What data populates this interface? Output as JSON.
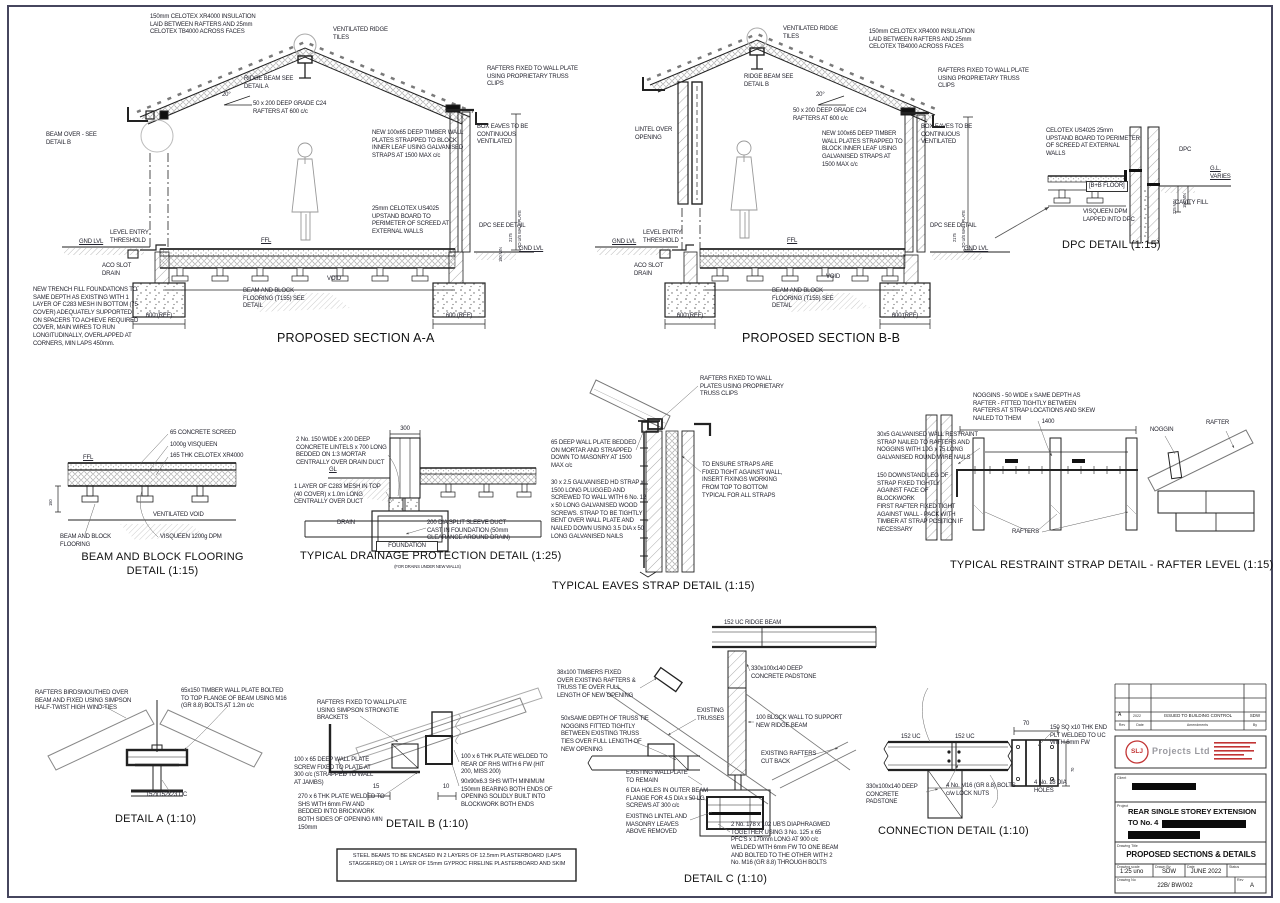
{
  "colors": {
    "accent_red": "#c23434",
    "line": "#2a2a33",
    "redaction": "#0a0a0a"
  },
  "aa": {
    "title": "PROPOSED SECTION A-A",
    "insulation": "150mm CELOTEX XR4000 INSULATION LAID BETWEEN RAFTERS AND 25mm CELOTEX TB4000 ACROSS FACES",
    "ridge_tiles": "VENTILATED RIDGE TILES",
    "ridge_beam": "RIDGE BEAM SEE DETAIL A",
    "angle": "20°",
    "rafters": "50 x 200 DEEP GRADE C24 RAFTERS AT 600 c/c",
    "truss_clips": "RAFTERS FIXED TO WALL PLATE USING PROPRIETARY TRUSS CLIPS",
    "beam_over": "BEAM OVER - SEE DETAIL B",
    "wall_plates": "NEW 100x65 DEEP TIMBER WALL PLATES STRAPPED TO BLOCK INNER LEAF USING GALVANISED STRAPS AT 1500 MAX c/c",
    "box_eaves": "BOX EAVES TO BE CONTINUOUS VENTILATED",
    "dim_height": "2175",
    "dim_height_note": "TO U/S WALL PLATE",
    "upstand": "25mm CELOTEX US4025 UPSTAND BOARD TO PERIMETER OF SCREED AT EXTERNAL WALLS",
    "dpc": "DPC SEE DETAIL",
    "level_entry": "LEVEL ENTRY THRESHOLD",
    "gnd_lvl": "GND LVL",
    "ffl": "FFL",
    "aco": "ACO SLOT DRAIN",
    "void_lbl": "VOID",
    "flooring": "BEAM AND BLOCK FLOORING (T155) SEE DETAIL",
    "foundations": "NEW TRENCH FILL FOUNDATIONS TO SAME DEPTH AS EXISTING WITH 1 LAYER OF C283 MESH IN BOTTOM (75 COVER) ADEQUATELY SUPPORTED ON SPACERS TO ACHIEVE REQUIRED COVER, MAIN WIRES TO RUN LONGITUDINALLY, OVERLAPPED AT CORNERS, MIN LAPS 450mm.",
    "dim_found": "600 (REF)",
    "dim_150": "150 MIN",
    "gnd_lvl_r": "GND LVL"
  },
  "bb": {
    "title": "PROPOSED SECTION B-B",
    "ridge_tiles": "VENTILATED RIDGE TILES",
    "ridge_beam": "RIDGE BEAM SEE DETAIL B",
    "insulation": "150mm CELOTEX XR4000 INSULATION LAID BETWEEN RAFTERS AND 25mm CELOTEX TB4000 ACROSS FACES",
    "truss_clips": "RAFTERS FIXED TO WALL PLATE USING PROPRIETARY TRUSS CLIPS",
    "angle": "20°",
    "rafters": "50 x 200 DEEP GRADE C24 RAFTERS AT 600 c/c",
    "lintel": "LINTEL OVER OPENING",
    "wall_plates": "NEW 100x65 DEEP TIMBER WALL PLATES STRAPPED TO BLOCK INNER LEAF USING GALVANISED STRAPS AT 1500 MAX c/c",
    "box_eaves": "BOX EAVES TO BE CONTINUOUS VENTILATED",
    "dim_height": "2175",
    "dim_height_note": "TO U/S WALL PLATE",
    "dpc": "DPC SEE DETAIL",
    "level_entry": "LEVEL ENTRY THRESHOLD",
    "gnd_lvl": "GND LVL",
    "ffl": "FFL",
    "aco": "ACO SLOT DRAIN",
    "void_lbl": "VOID",
    "flooring": "BEAM AND BLOCK FLOORING (T155) SEE DETAIL",
    "dim_found": "600 (REF)",
    "gnd_lvl_r": "GND LVL"
  },
  "dpc": {
    "title": "DPC DETAIL (1:15)",
    "upstand": "CELOTEX US4025 25mm UPSTAND BOARD TO PERIMETER OF SCREED AT EXTERNAL WALLS",
    "dpc_lbl": "DPC",
    "gl": "G.L. VARIES",
    "dim_225": "225 MIN",
    "dim_150": "150 MIN",
    "floor": "[B+B FLOOR]",
    "visqueen": "VISQUEEN DPM LAPPED INTO DPC",
    "cavity": "CAVITY FILL"
  },
  "fl": {
    "title1": "BEAM AND BLOCK FLOORING",
    "title2": "DETAIL (1:15)",
    "screed": "65 CONCRETE SCREED",
    "visq": "1000g VISQUEEN",
    "celotex": "165 THK CELOTEX XR4000",
    "ffl": "FFL",
    "dim_150": "150",
    "vent": "VENTILATED VOID",
    "bb": "BEAM AND BLOCK FLOORING",
    "dpm": "VISQUEEN 1200g DPM"
  },
  "dr": {
    "title": "TYPICAL DRAINAGE PROTECTION DETAIL (1:25)",
    "subtitle": "(FOR DRAINS UNDER NEW WALLS)",
    "dim_300": "300",
    "lintels": "2 No. 150 WIDE x 200 DEEP CONCRETE LINTELS x 700 LONG BEDDED ON 1:3 MORTAR CENTRALLY OVER DRAIN DUCT",
    "gl": "GL",
    "mesh": "1 LAYER OF C283 MESH IN TOP (40 COVER) x 1.0m LONG CENTRALLY OVER DUCT",
    "drain": "DRAIN",
    "duct": "200 DIA SPLIT SLEEVE DUCT CAST IN FOUNDATION (50mm CLEARANCE AROUND DRAIN)",
    "foundation": "FOUNDATION"
  },
  "ev": {
    "title": "TYPICAL EAVES STRAP DETAIL (1:15)",
    "clips": "RAFTERS FIXED TO WALL PLATES USING PROPRIETARY TRUSS CLIPS",
    "plate": "65 DEEP WALL PLATE BEDDED ON MORTAR AND STRAPPED DOWN TO MASONRY AT 1500 MAX c/c",
    "ensure": "TO ENSURE STRAPS ARE FIXED TIGHT AGAINST WALL, INSERT FIXINGS WORKING FROM TOP TO BOTTOM TYPICAL FOR ALL STRAPS",
    "strap": "30 x 2.5 GALVANISED HD STRAP x 1500 LONG PLUGGED AND SCREWED TO WALL WITH 6 No. 12 x 50 LONG GALVANISED WOOD SCREWS. STRAP TO BE TIGHTLY BENT OVER WALL PLATE AND NAILED DOWN USING 3.5 DIA x 50 LONG GALVANISED NAILS"
  },
  "rs": {
    "title": "TYPICAL RESTRAINT STRAP DETAIL - RAFTER LEVEL (1:15)",
    "noggins": "NOGGINS - 50 WIDE x SAME DEPTH AS RAFTER - FITTED TIGHTLY BETWEEN RAFTERS AT STRAP LOCATIONS AND SKEW NAILED TO THEM",
    "dim_1400": "1400",
    "strap": "30x5 GALVANISED WALL RESTRAINT STRAP NAILED TO RAFTERS AND NOGGINS WITH 10G x 75 LONG GALVANISED ROUND WIRE NAILS",
    "noggin_lbl": "NOGGIN",
    "rafter_lbl": "RAFTER",
    "downstand": "150 DOWNSTAND LEG OF STRAP FIXED TIGHTLY AGAINST FACE OF BLOCKWORK",
    "first_rafter": "FIRST RAFTER FIXED TIGHT AGAINST WALL - PACK WITH TIMBER AT STRAP POSITION IF NECESSARY",
    "rafters_lbl": "RAFTERS"
  },
  "da": {
    "title": "DETAIL A (1:10)",
    "birdsmouth": "RAFTERS BIRDSMOUTHED OVER BEAM AND FIXED USING SIMPSON HALF-TWIST HIGH WIND-TIES",
    "plate": "65x150 TIMBER WALL PLATE BOLTED TO TOP FLANGE OF BEAM USING M16 (GR 8.8) BOLTS AT 1.2m c/c",
    "uc": "152x152x23 UC"
  },
  "db": {
    "title": "DETAIL B (1:10)",
    "brackets": "RAFTERS FIXED TO WALLPLATE USING SIMPSON STRONGTIE BRACKETS",
    "wall_plate": "100 x 65 DEEP WALL PLATE SCREW FIXED TO PLATE AT 300 c/c (STRAPPED TO WALL AT JAMBS)",
    "rear_plate": "100 x 6 THK PLATE WELDED TO REAR OF RHS WITH 6 FW (HIT 200, MISS 200)",
    "shs": "90x90x6.3 SHS WITH MINIMUM 150mm BEARING BOTH ENDS OF OPENING SOLIDLY BUILT INTO BLOCKWORK BOTH ENDS",
    "dim_15": "15",
    "dim_10": "10",
    "plate_270": "270 x 6 THK PLATE WELDED TO SHS WITH 6mm FW AND BEDDED INTO BRICKWORK BOTH SIDES OF OPENING MIN 150mm"
  },
  "note": "STEEL BEAMS TO BE ENCASED IN 2 LAYERS OF 12.5mm PLASTERBOARD (LAPS STAGGERED) OR 1 LAYER OF 15mm GYPROC FIRELINE PLASTERBOARD AND SKIM",
  "dc": {
    "title": "DETAIL C (1:10)",
    "ridge": "152 UC RIDGE BEAM",
    "padstone": "330x100x140 DEEP CONCRETE PADSTONE",
    "timbers": "38x100 TIMBERS FIXED OVER EXISTING RAFTERS & TRUSS TIE OVER FULL LENGTH OF NEW OPENING",
    "trusses": "EXISTING TRUSSES",
    "block_wall": "100 BLOCK WALL TO SUPPORT NEW RIDGE BEAM",
    "noggins": "50xSAME DEPTH OF TRUSS TIE NOGGINS FITTED TIGHTLY BETWEEN EXISTING TRUSS TIES OVER FULL LENGTH OF NEW OPENING",
    "rafters_cut": "EXISTING RAFTERS CUT BACK",
    "wallplate": "EXISTING WALLPLATE TO REMAIN",
    "holes": "6 DIA HOLES IN OUTER BEAM FLANGE FOR 4.5 DIA x 50 LG SCREWS AT 300 c/c",
    "lintel": "EXISTING LINTEL AND MASONRY LEAVES ABOVE REMOVED",
    "ubs": "2 No. 178 x 102 UB'S DIAPHRAGMED TOGETHER USING 3 No. 125 x 65 PFC'S x 170mm LONG AT 900 c/c WELDED WITH 6mm FW TO ONE BEAM AND BOLTED TO THE OTHER WITH 2 No. M16 (GR 8.8) THROUGH BOLTS"
  },
  "cn": {
    "title": "CONNECTION DETAIL (1:10)",
    "uc1": "152 UC",
    "uc2": "152 UC",
    "padstone": "330x100x140 DEEP CONCRETE PADSTONE",
    "bolts": "4 No. M16 (GR 8.8) BOLTS c/w LOCK NUTS",
    "end_plate": "150 SQ x10 THK END PLT WELDED TO UC WITH 6mm FW",
    "holes": "4 No. 18 DIA HOLES",
    "dim_70a": "70",
    "dim_70b": "70"
  },
  "tb": {
    "rev_value": "A",
    "rev_date": "2022",
    "rev_desc": "ISSUED TO BUILDING CONTROL",
    "rev_by": "SDW",
    "h_rev": "Rev",
    "h_date": "Date",
    "h_amend": "Amendments",
    "h_by": "By",
    "logo_initials": "SLJ",
    "logo_name": "Projects Ltd",
    "client_label": "Client",
    "project_label": "Project",
    "project_line1": "REAR SINGLE STOREY EXTENSION",
    "project_line2": "TO No. 4",
    "title_label": "Drawing Title",
    "drawing_title": "PROPOSED SECTIONS & DETAILS",
    "scale_label": "Drawing scale",
    "scale": "1:25 uno",
    "drawn_label": "Drawn By",
    "drawn": "SDW",
    "date_label": "Date",
    "date": "JUNE 2022",
    "status_label": "Status",
    "no_label": "Drawing No",
    "number": "22B/ BW/002",
    "rev_label": "Rev",
    "rev": "A"
  }
}
